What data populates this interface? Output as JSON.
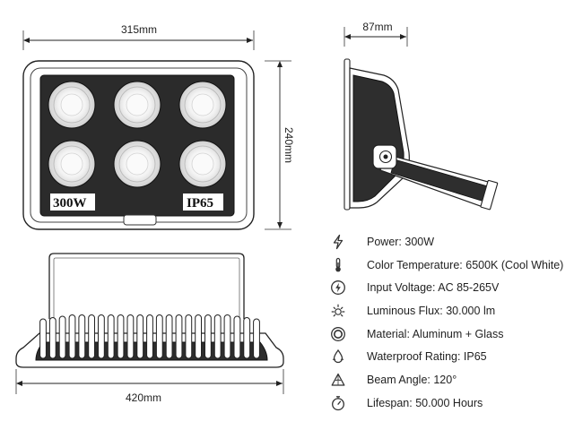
{
  "dimensions": {
    "front_width": "315mm",
    "front_height": "240mm",
    "side_depth": "87mm",
    "bottom_width": "420mm"
  },
  "front_labels": {
    "power": "300W",
    "rating": "IP65"
  },
  "specs": [
    {
      "icon": "lightning-bolt-icon",
      "text": "Power: 300W"
    },
    {
      "icon": "thermometer-icon",
      "text": "Color Temperature: 6500K (Cool White)"
    },
    {
      "icon": "voltage-bolt-circle-icon",
      "text": "Input Voltage: AC 85-265V"
    },
    {
      "icon": "sun-rays-icon",
      "text": "Luminous Flux: 30.000 lm"
    },
    {
      "icon": "material-rings-icon",
      "text": "Material: Aluminum + Glass"
    },
    {
      "icon": "water-drop-icon",
      "text": "Waterproof Rating: IP65"
    },
    {
      "icon": "beam-angle-icon",
      "text": "Beam Angle: 120°"
    },
    {
      "icon": "timer-icon",
      "text": "Lifespan: 50.000 Hours"
    }
  ]
}
